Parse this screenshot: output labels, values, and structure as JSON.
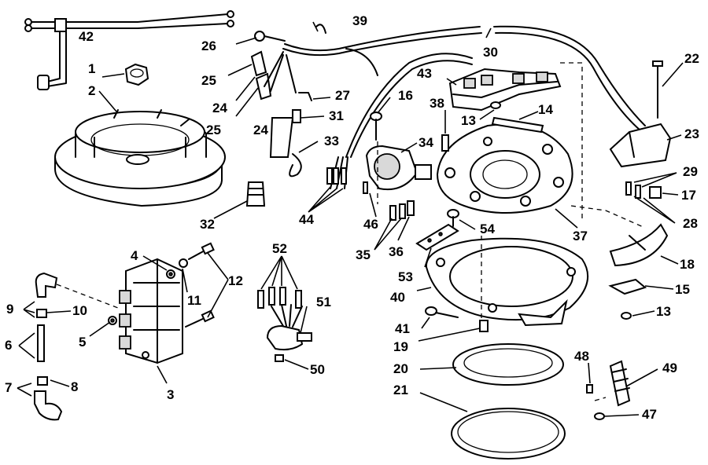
{
  "labels": {
    "l1": "1",
    "l2": "2",
    "l3": "3",
    "l4": "4",
    "l5": "5",
    "l6": "6",
    "l7": "7",
    "l8": "8",
    "l9": "9",
    "l10": "10",
    "l11": "11",
    "l12": "12",
    "l13a": "13",
    "l13b": "13",
    "l14": "14",
    "l15": "15",
    "l16": "16",
    "l17": "17",
    "l18": "18",
    "l19": "19",
    "l20": "20",
    "l21": "21",
    "l22": "22",
    "l23": "23",
    "l24a": "24",
    "l24b": "24",
    "l25a": "25",
    "l25b": "25",
    "l26": "26",
    "l27": "27",
    "l28": "28",
    "l29": "29",
    "l30": "30",
    "l31": "31",
    "l32": "32",
    "l33": "33",
    "l34": "34",
    "l35": "35",
    "l36": "36",
    "l37": "37",
    "l38": "38",
    "l39": "39",
    "l40": "40",
    "l41": "41",
    "l42": "42",
    "l43": "43",
    "l44": "44",
    "l46": "46",
    "l47": "47",
    "l48": "48",
    "l49": "49",
    "l50": "50",
    "l51": "51",
    "l52": "52",
    "l53": "53",
    "l54": "54"
  }
}
